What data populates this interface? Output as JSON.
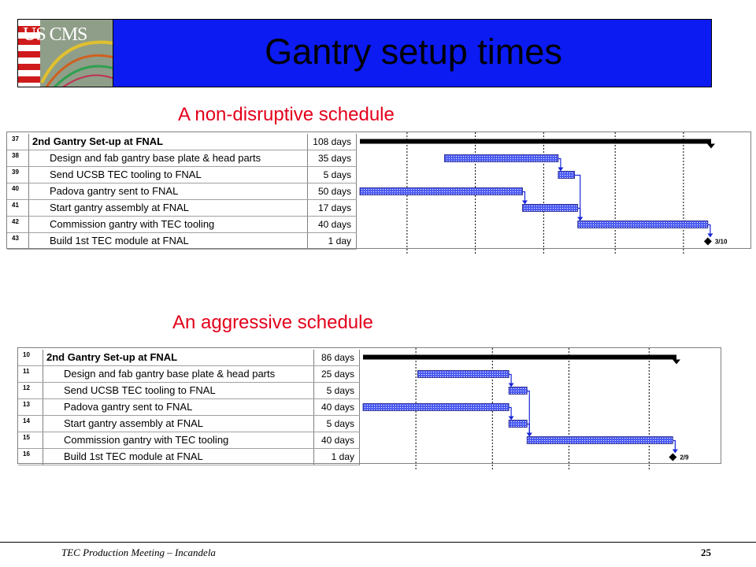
{
  "slide": {
    "logo_text": "US CMS",
    "title": "Gantry setup times"
  },
  "schedules": [
    {
      "subtitle": "A non-disruptive schedule",
      "axis_max": 108,
      "divider_days": [
        14.5,
        35.5,
        56.5,
        78.5,
        99.5
      ],
      "rows": [
        {
          "id": "37",
          "name": "2nd Gantry Set-up at FNAL",
          "duration": "108 days",
          "kind": "summary",
          "start": 0,
          "length": 108
        },
        {
          "id": "38",
          "name": "Design and fab gantry base plate & head parts",
          "duration": "35 days",
          "kind": "task",
          "start": 26,
          "length": 35
        },
        {
          "id": "39",
          "name": "Send UCSB TEC tooling to FNAL",
          "duration": "5 days",
          "kind": "task",
          "start": 61,
          "length": 5
        },
        {
          "id": "40",
          "name": "Padova gantry sent to FNAL",
          "duration": "50 days",
          "kind": "task",
          "start": 0,
          "length": 50
        },
        {
          "id": "41",
          "name": "Start gantry assembly at FNAL",
          "duration": "17 days",
          "kind": "task",
          "start": 50,
          "length": 17
        },
        {
          "id": "42",
          "name": "Commission gantry with TEC tooling",
          "duration": "40 days",
          "kind": "task",
          "start": 67,
          "length": 40
        },
        {
          "id": "43",
          "name": "Build 1st TEC module at FNAL",
          "duration": "1 day",
          "kind": "milestone",
          "start": 107,
          "length": 0,
          "label": "3/10"
        }
      ],
      "links": [
        [
          1,
          2
        ],
        [
          2,
          5
        ],
        [
          3,
          4
        ],
        [
          4,
          5
        ],
        [
          5,
          6
        ]
      ]
    },
    {
      "subtitle": "An aggressive schedule",
      "axis_max": 86,
      "divider_days": [
        14.5,
        35.5,
        56.5,
        78.5
      ],
      "rows": [
        {
          "id": "10",
          "name": "2nd Gantry Set-up at FNAL",
          "duration": "86 days",
          "kind": "summary",
          "start": 0,
          "length": 86
        },
        {
          "id": "11",
          "name": "Design and fab gantry base plate & head parts",
          "duration": "25 days",
          "kind": "task",
          "start": 15,
          "length": 25
        },
        {
          "id": "12",
          "name": "Send UCSB TEC tooling to FNAL",
          "duration": "5 days",
          "kind": "task",
          "start": 40,
          "length": 5
        },
        {
          "id": "13",
          "name": "Padova gantry sent to FNAL",
          "duration": "40 days",
          "kind": "task",
          "start": 0,
          "length": 40
        },
        {
          "id": "14",
          "name": "Start gantry assembly at FNAL",
          "duration": "5 days",
          "kind": "task",
          "start": 40,
          "length": 5
        },
        {
          "id": "15",
          "name": "Commission gantry with TEC tooling",
          "duration": "40 days",
          "kind": "task",
          "start": 45,
          "length": 40
        },
        {
          "id": "16",
          "name": "Build 1st TEC module at FNAL",
          "duration": "1 day",
          "kind": "milestone",
          "start": 85,
          "length": 0,
          "label": "2/9"
        }
      ],
      "links": [
        [
          1,
          2
        ],
        [
          2,
          5
        ],
        [
          3,
          4
        ],
        [
          4,
          5
        ],
        [
          5,
          6
        ]
      ]
    }
  ],
  "colors": {
    "banner": "#0b1bf2",
    "subtitle": "#e3001b",
    "task_bar": "#4d5cf2",
    "summary_bar": "#000000",
    "link": "#1a26d9"
  },
  "footer": {
    "left": "TEC Production Meeting  – Incandela",
    "page": "25"
  }
}
